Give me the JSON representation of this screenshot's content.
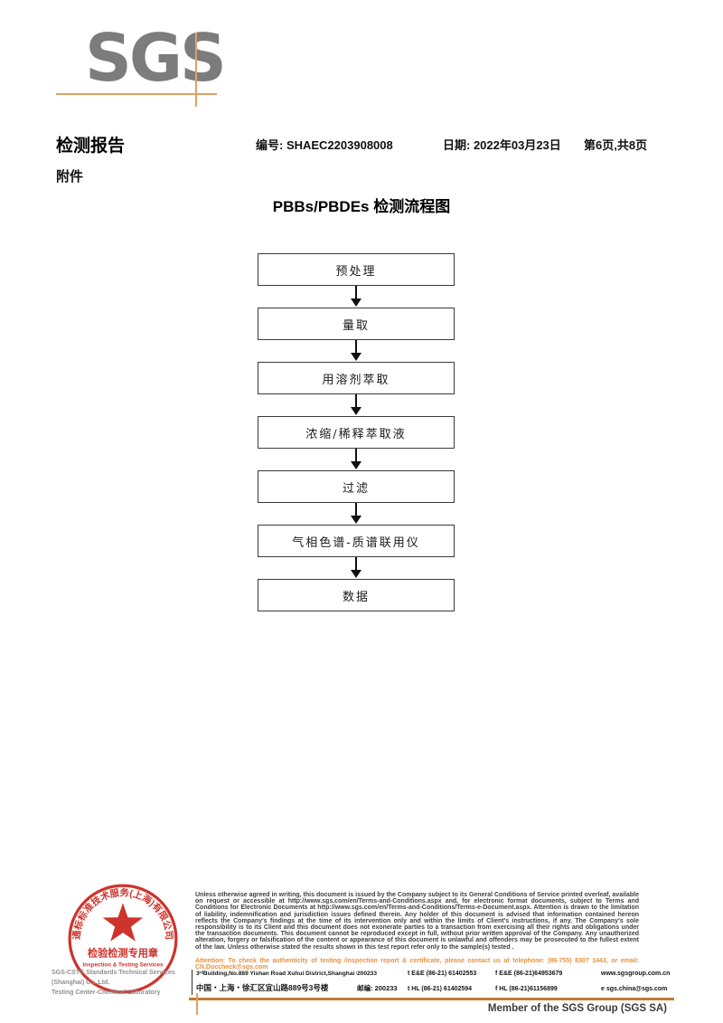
{
  "colors": {
    "accent_orange": "#DFA164",
    "stamp_red": "#C9231C",
    "logo_gray": "#7C7C7F"
  },
  "logo": {
    "text": "SGS"
  },
  "header": {
    "title": "检测报告",
    "report_no": "编号: SHAEC2203908008",
    "date": "日期: 2022年03月23日",
    "page_info": "第6页,共8页",
    "attachment_label": "附件"
  },
  "flowchart": {
    "title": "PBBs/PBDEs 检测流程图",
    "steps": [
      "预处理",
      "量取",
      "用溶剂萃取",
      "浓缩/稀释萃取液",
      "过滤",
      "气相色谱-质谱联用仪",
      "数据"
    ]
  },
  "stamp": {
    "ring_text": "通标标准技术服务(上海)有限公司",
    "center_line1": "检验检测专用章",
    "center_line2": "Inspection & Testing Services",
    "company_line1": "SGS-CSTC Standards Technical Services (Shanghai) Co.,Ltd.",
    "company_line2": "Testing Center-Chemical Laboratory"
  },
  "footer": {
    "disclaimer": "Unless otherwise agreed in writing, this document is issued by the Company subject to its General Conditions of Service printed overleaf, available on request or accessible at http://www.sgs.com/en/Terms-and-Conditions.aspx and, for electronic format documents, subject to Terms and Conditions for Electronic Documents at http://www.sgs.com/en/Terms-and-Conditions/Terms-e-Document.aspx. Attention is drawn to the limitation of liability, indemnification and jurisdiction issues defined therein. Any holder of this document is advised that information contained hereon reflects the Company's findings at the time of its intervention only and within the limits of Client's instructions, if any. The Company's sole responsibility is to its Client and this document does not exonerate parties to a transaction from exercising all their rights and obligations under the transaction documents. This document cannot be reproduced except in full, without prior written approval of the Company. Any unauthorized alteration, forgery or falsification of the content or appearance of this document is unlawful and offenders may be prosecuted to the fullest extent of the law. Unless otherwise stated the results shown in this test report refer only to the sample(s) tested .",
    "attention": "Attention: To check the authenticity of testing /inspection report & certificate, please contact us at telephone: (86-755) 8307 1443, or email: CN.Doccheck@sgs.com",
    "address_en": "3ʳᵈBuilding,No.889 Yishan Road Xuhui District,Shanghai China",
    "postcode_en": "200233",
    "tel_en": "t E&E (86-21) 61402553",
    "fax_en": "f E&E (86-21)64953679",
    "website": "www.sgsgroup.com.cn",
    "address_cn": "中国・上海・徐汇区宜山路889号3号楼",
    "postcode_cn": "邮编: 200233",
    "tel_cn": "t HL (86-21) 61402594",
    "fax_cn": "f HL (86-21)61156899",
    "email": "e sgs.china@sgs.com",
    "member": "Member of the SGS Group (SGS SA)"
  }
}
